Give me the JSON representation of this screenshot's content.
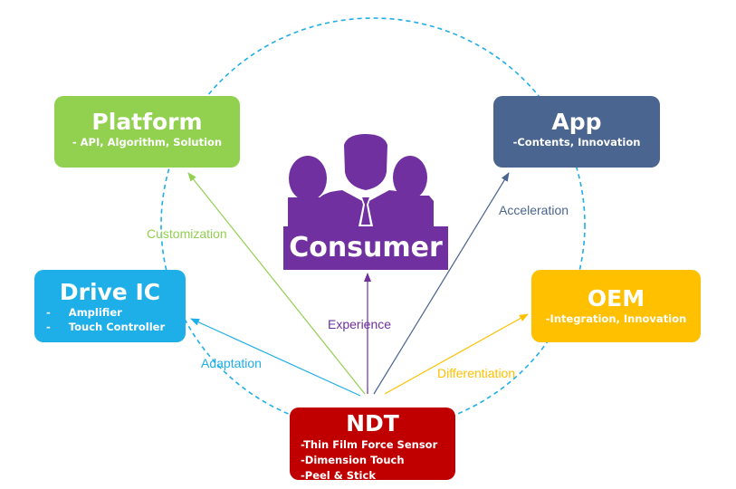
{
  "colors": {
    "platform": "#92d050",
    "app": "#4a6590",
    "drive_ic": "#1eaee8",
    "oem": "#ffc000",
    "ndt": "#c00000",
    "consumer": "#7030a0",
    "circle": "#1eaee8"
  },
  "icons": {
    "consumer": "people-group-icon"
  },
  "consumer": {
    "label": "Consumer"
  },
  "nodes": {
    "platform": {
      "title": "Platform",
      "lines": [
        "- API, Algorithm, Solution"
      ]
    },
    "app": {
      "title": "App",
      "lines": [
        "-Contents, Innovation"
      ]
    },
    "drive_ic": {
      "title": "Drive IC",
      "lines": [
        "-     Amplifier",
        "-     Touch Controller"
      ]
    },
    "oem": {
      "title": "OEM",
      "lines": [
        "-Integration, Innovation"
      ]
    },
    "ndt": {
      "title": "NDT",
      "lines": [
        "-Thin Film Force Sensor",
        "-Dimension Touch",
        "-Peel & Stick"
      ]
    }
  },
  "edges": {
    "customization": "Customization",
    "acceleration": "Acceleration",
    "adaptation": "Adaptation",
    "differentiation": "Differentiation",
    "experience": "Experience"
  }
}
